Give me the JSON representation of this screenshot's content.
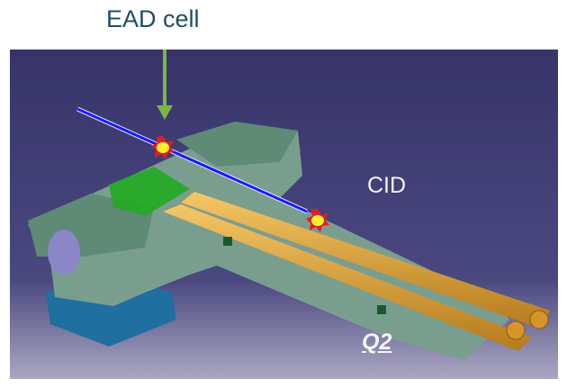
{
  "title": "EAD cell",
  "labels": {
    "cid": "CID",
    "q2": "Q2"
  },
  "colors": {
    "background_top": "#38356a",
    "background_bottom": "#a9a6c2",
    "arrow": "#7ab648",
    "beam": "#1a1aff",
    "rods": "#e3a634",
    "housing": "#5f8a76"
  }
}
